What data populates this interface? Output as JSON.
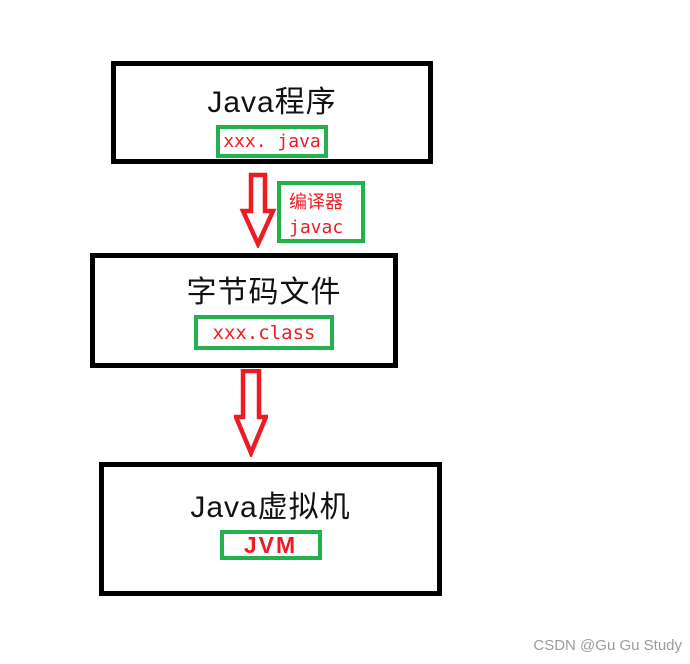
{
  "diagram": {
    "nodes": [
      {
        "id": "java-program",
        "title": "Java程序",
        "tag": "xxx. java"
      },
      {
        "id": "bytecode-file",
        "title": "字节码文件",
        "tag": "xxx.class"
      },
      {
        "id": "jvm",
        "title": "Java虚拟机",
        "tag": "JVM"
      }
    ],
    "edges": [
      {
        "from": "java-program",
        "to": "bytecode-file",
        "label_line1": "编译器",
        "label_line2": "javac"
      },
      {
        "from": "bytecode-file",
        "to": "jvm"
      }
    ]
  },
  "watermark": {
    "text": "CSDN @Gu Gu Study"
  },
  "colors": {
    "box_border": "#000000",
    "tag_border": "#22B14C",
    "accent_text": "#ED1C24",
    "arrow": "#ED1C24",
    "watermark_text": "#9B9B9B",
    "background": "#FFFFFF"
  }
}
